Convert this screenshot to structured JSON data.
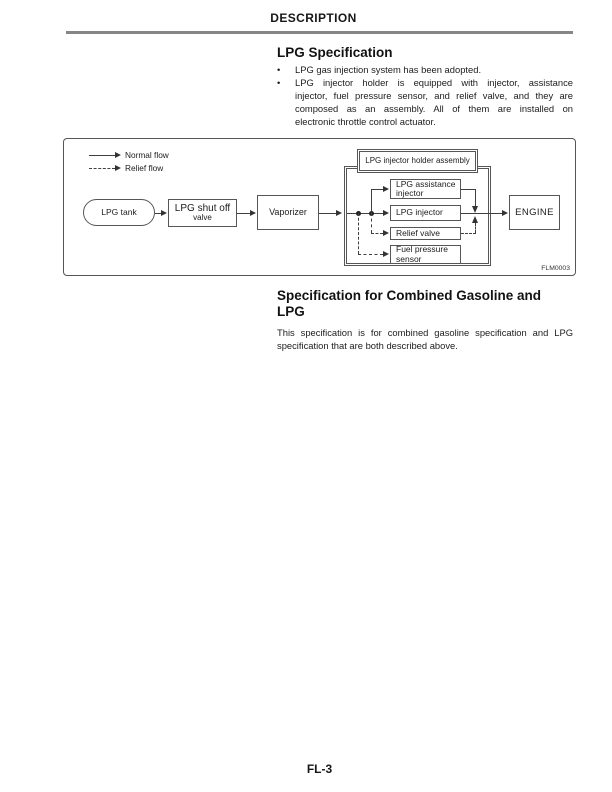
{
  "page": {
    "header_title": "DESCRIPTION",
    "footer_page_number": "FL-3"
  },
  "lpg_specification": {
    "heading": "LPG Specification",
    "bullet_char": "•",
    "bullets": [
      {
        "lines": [
          "LPG gas injection system has been adopted."
        ]
      },
      {
        "lines": [
          "LPG injector holder is equipped with injector, assistance",
          "injector, fuel pressure sensor, and relief valve, and they are",
          "composed as an assembly. All of them are installed on",
          "electronic throttle control actuator."
        ]
      }
    ]
  },
  "diagram": {
    "figure_code": "FLM0003",
    "legend": {
      "normal_label": "Normal flow",
      "relief_label": "Relief flow"
    },
    "nodes": {
      "tank": "LPG tank",
      "shutoff_line1": "LPG shut off",
      "shutoff_line2": "valve",
      "vaporizer": "Vaporizer",
      "assembly_title": "LPG injector holder assembly",
      "assistance_line1": "LPG assistance",
      "assistance_line2": "injector",
      "injector": "LPG injector",
      "relief_valve": "Relief valve",
      "fuel_sensor_line1": "Fuel pressure",
      "fuel_sensor_line2": "sensor",
      "engine": "ENGINE"
    },
    "colors": {
      "line": "#3f3f3f",
      "border": "#565656",
      "header_rule": "#868686"
    }
  },
  "combined_specification": {
    "heading_lines": [
      "Specification for Combined Gasoline and",
      "LPG"
    ],
    "paragraph_lines": [
      "This specification is for combined gasoline specification and LPG",
      "specification that are both described above."
    ]
  }
}
